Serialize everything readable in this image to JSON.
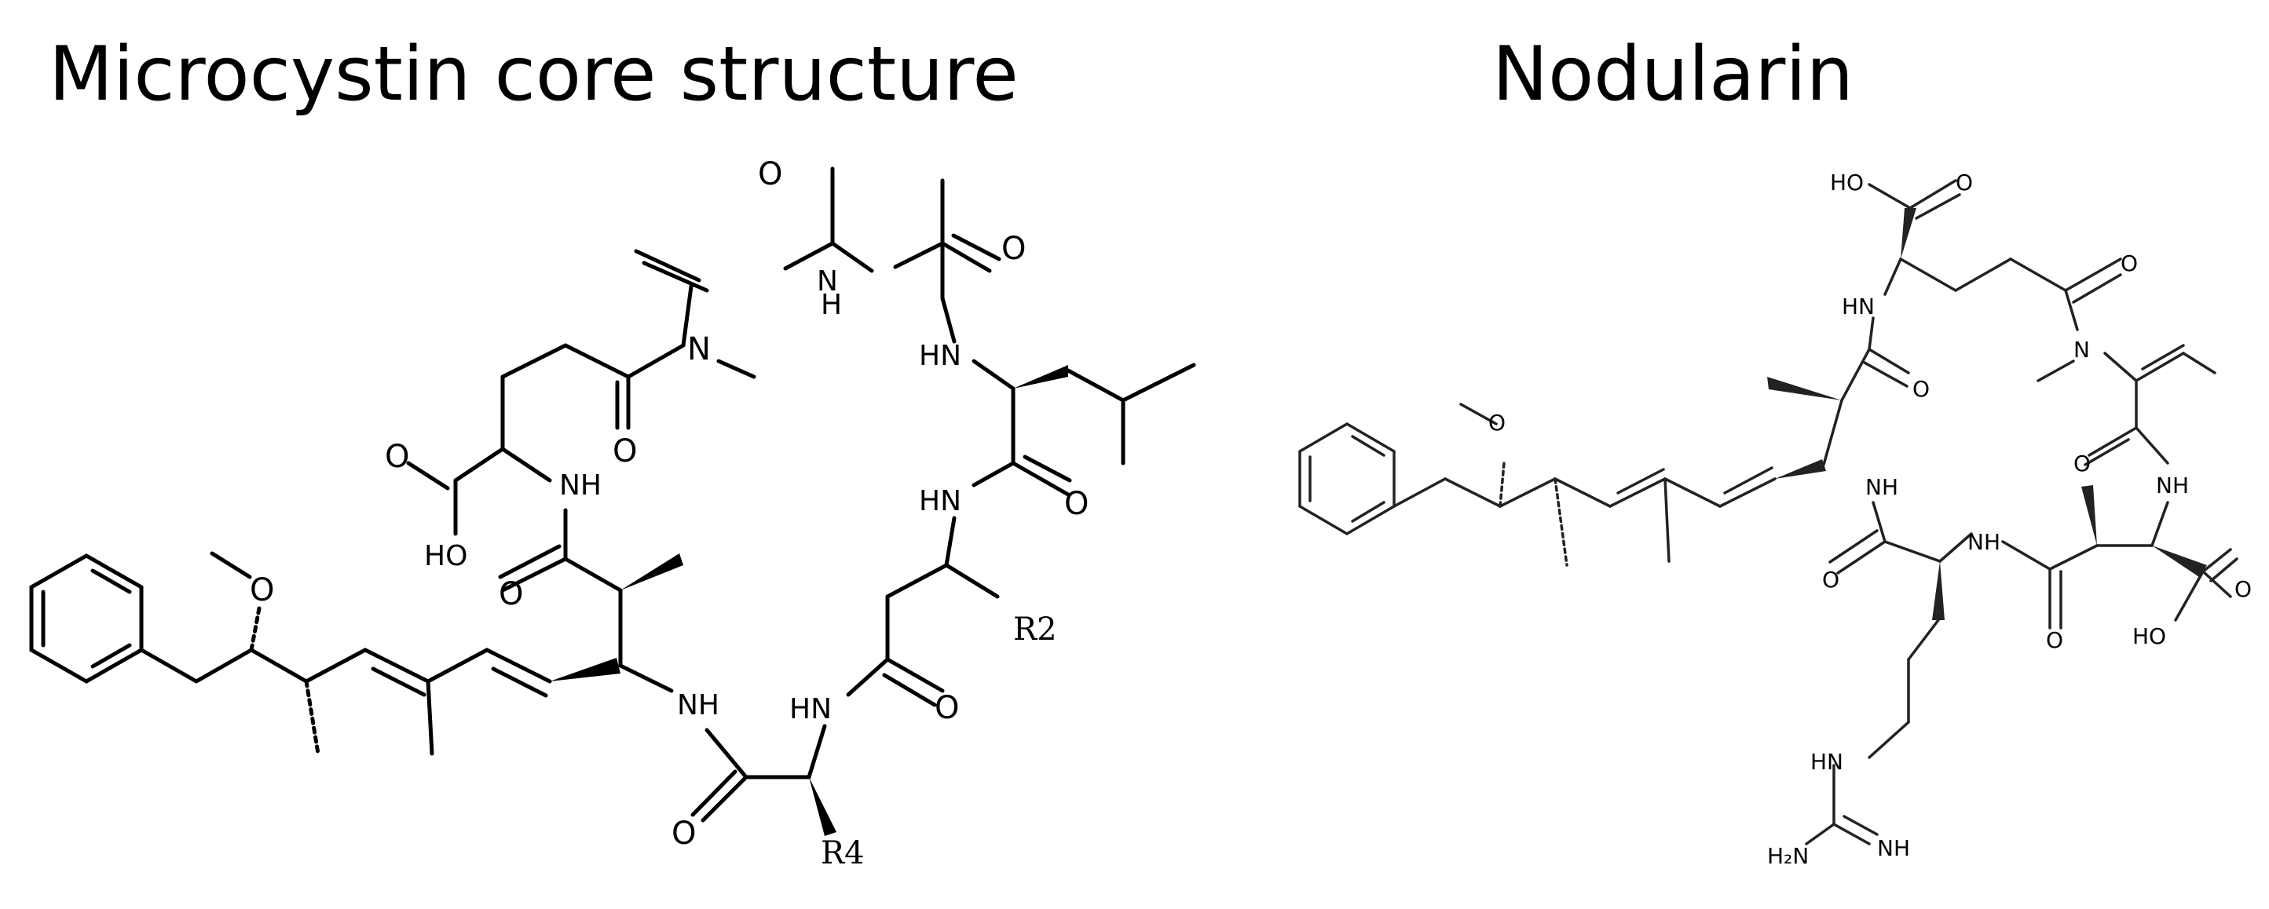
{
  "titles": {
    "left": "Microcystin core structure",
    "right": "Nodularin"
  },
  "microcystin_labels": {
    "o1": "O",
    "nh1": "N",
    "h1": "H",
    "n_me": "N",
    "nh2": "HN",
    "o2": "O",
    "o3": "O",
    "o4": "O",
    "nh3": "NH",
    "oh1": "HO",
    "o5": "O",
    "nh4": "HN",
    "o6": "O",
    "o_me": "O",
    "r2": "R2",
    "nh5": "NH",
    "nh6": "HN",
    "o7": "O",
    "o8": "O",
    "r4": "R4"
  },
  "nodularin_labels": {
    "ho1": "HO",
    "o1": "O",
    "hn1": "HN",
    "o2": "O",
    "n_me": "N",
    "o3": "O",
    "o_me": "O",
    "nh1": "NH",
    "o4": "O",
    "nh2": "NH",
    "nh3": "NH",
    "o5": "O",
    "o6": "O",
    "o7": "O",
    "ho2": "HO",
    "hn2": "HN",
    "h2n": "H₂N",
    "nh4": "NH"
  }
}
